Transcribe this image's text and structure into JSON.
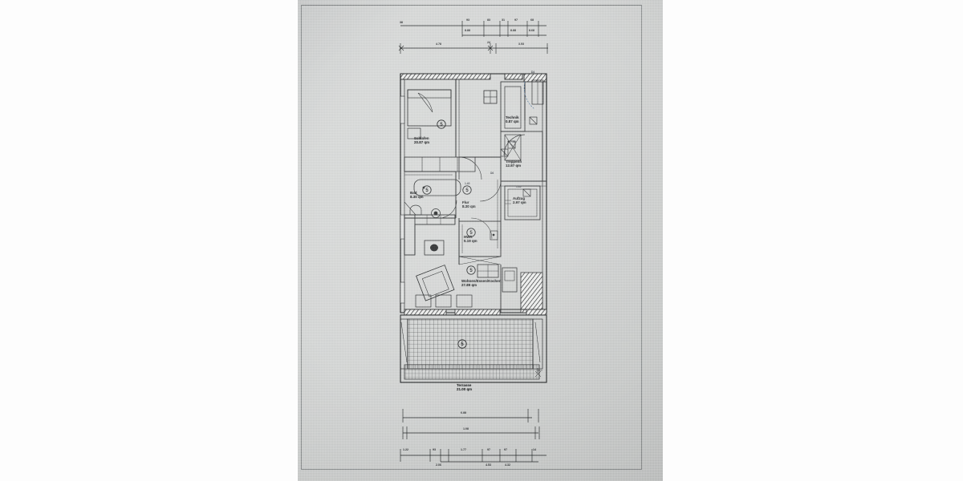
{
  "document": {
    "type": "architectural-floor-plan",
    "language": "de",
    "medium": "photo-of-screen",
    "sheet_bg": "#cbcdcc",
    "ink": "#1d1f20"
  },
  "rooms": [
    {
      "id": "schlafen",
      "name": "Schlafen",
      "area": "20.87  qm",
      "marker": "5"
    },
    {
      "id": "bad",
      "name": "Bad",
      "area": "8.30  qm",
      "marker": "5"
    },
    {
      "id": "flur",
      "name": "Flur",
      "area": "8.30  qm",
      "marker": "5"
    },
    {
      "id": "technik",
      "name": "Technik",
      "area": "0.87  qm",
      "marker": ""
    },
    {
      "id": "treppenh",
      "name": "Treppenh",
      "area": "12.87  qm",
      "marker": ""
    },
    {
      "id": "aufzug",
      "name": "Aufzug",
      "area": "2.97  qm",
      "marker": ""
    },
    {
      "id": "hwr",
      "name": "HWR",
      "area": "5.19  qm",
      "marker": "5"
    },
    {
      "id": "wohnen",
      "name": "Wohnen/Essen/Kochen",
      "area": "27.89  qm",
      "marker": "5"
    },
    {
      "id": "terrasse",
      "name": "Terrasse",
      "area": "21.00  qm",
      "marker": "5"
    }
  ],
  "annotations": {
    "door_tag_d6": "D6",
    "door_tag_d4": "D4",
    "stair_riser": "7.30",
    "elevator_width": "1.45",
    "small_tag": "1.40"
  },
  "dimensions": {
    "top_row_outer": [
      "38"
    ],
    "top_row_upper": [
      "93",
      "83",
      "31",
      "97",
      "68"
    ],
    "top_row_lower": [
      "8.88",
      "8.88",
      "8.68"
    ],
    "top_row_second": [
      "4.78",
      "24",
      "3.53"
    ],
    "bottom_row_upper": [
      "6.88"
    ],
    "bottom_row_mid": [
      "1.08"
    ],
    "bottom_row_lower": [
      "1.22",
      "93",
      "1.77",
      "97",
      "97",
      "14"
    ],
    "bottom_row_sub": [
      "2.06",
      "4.53",
      "4.32"
    ]
  },
  "markers": {
    "label": "5",
    "count": 6
  }
}
